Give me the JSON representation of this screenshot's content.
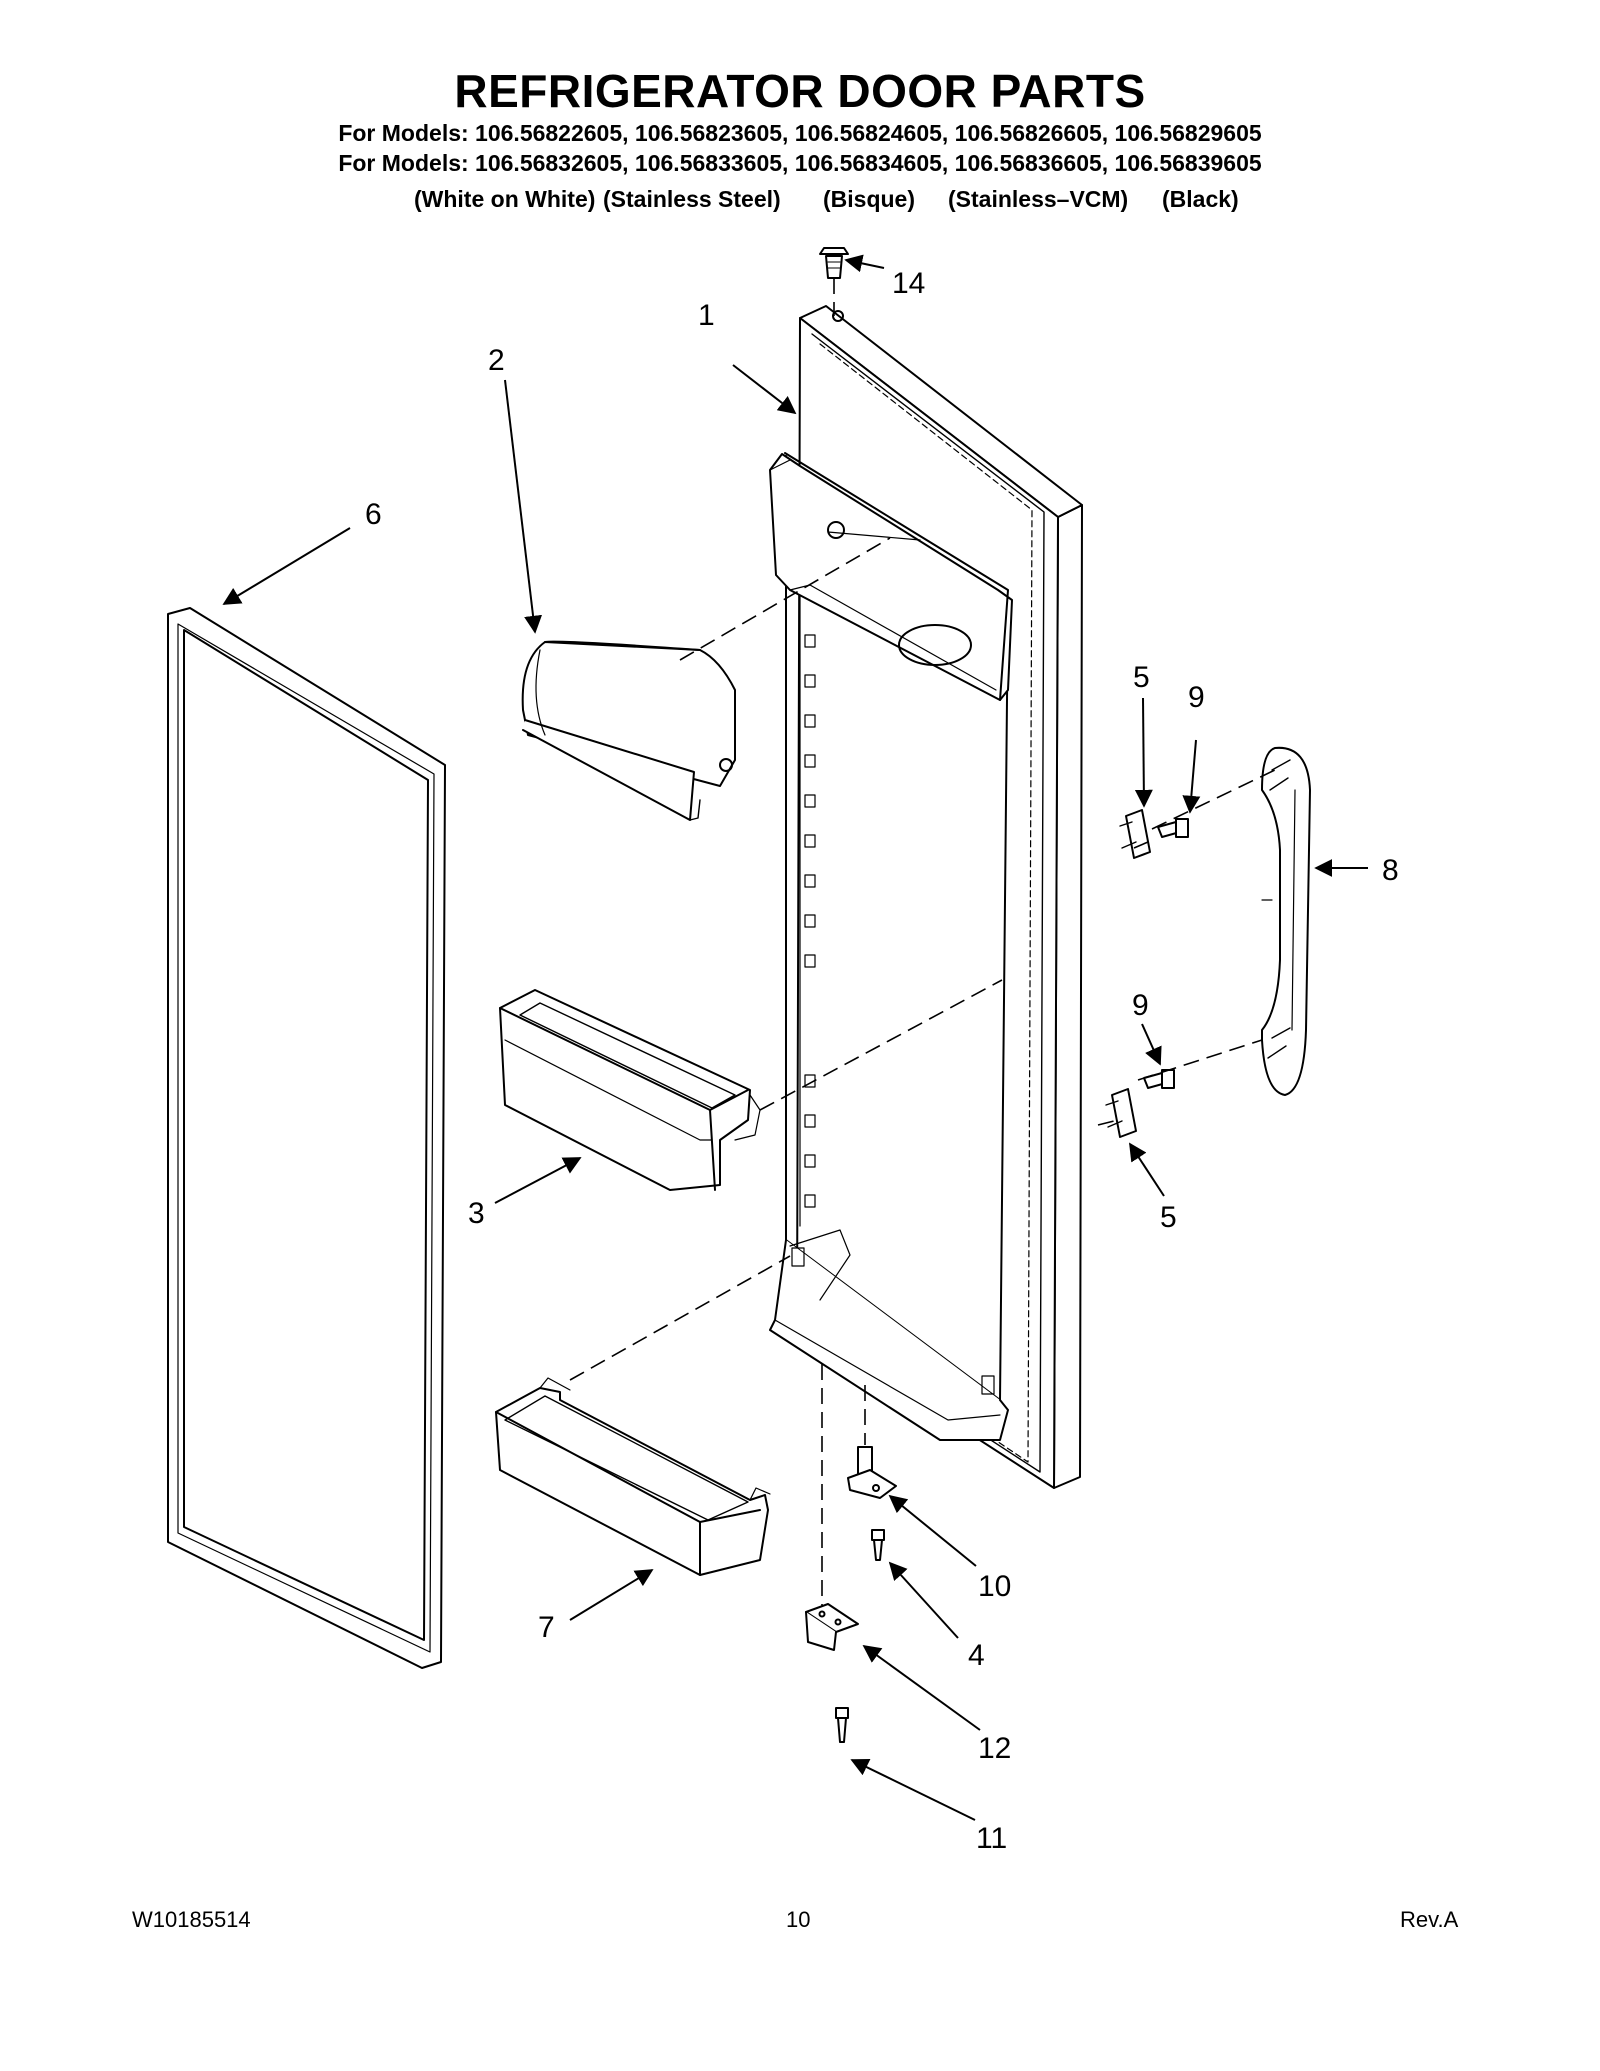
{
  "header": {
    "title": "REFRIGERATOR DOOR PARTS",
    "models_line_1": "For Models: 106.56822605, 106.56823605, 106.56824605, 106.56826605, 106.56829605",
    "models_line_2": "For Models: 106.56832605, 106.56833605, 106.56834605, 106.56836605, 106.56839605",
    "colors": [
      "(White on White)",
      "(Stainless Steel)",
      "(Bisque)",
      "(Stainless–VCM)",
      "(Black)"
    ]
  },
  "callouts": {
    "c14": "14",
    "c1": "1",
    "c2": "2",
    "c6": "6",
    "c5a": "5",
    "c9a": "9",
    "c8": "8",
    "c9b": "9",
    "c3": "3",
    "c5b": "5",
    "c10": "10",
    "c4": "4",
    "c7": "7",
    "c12": "12",
    "c11": "11"
  },
  "footer": {
    "doc_number": "W10185514",
    "page": "10",
    "revision": "Rev.A"
  }
}
